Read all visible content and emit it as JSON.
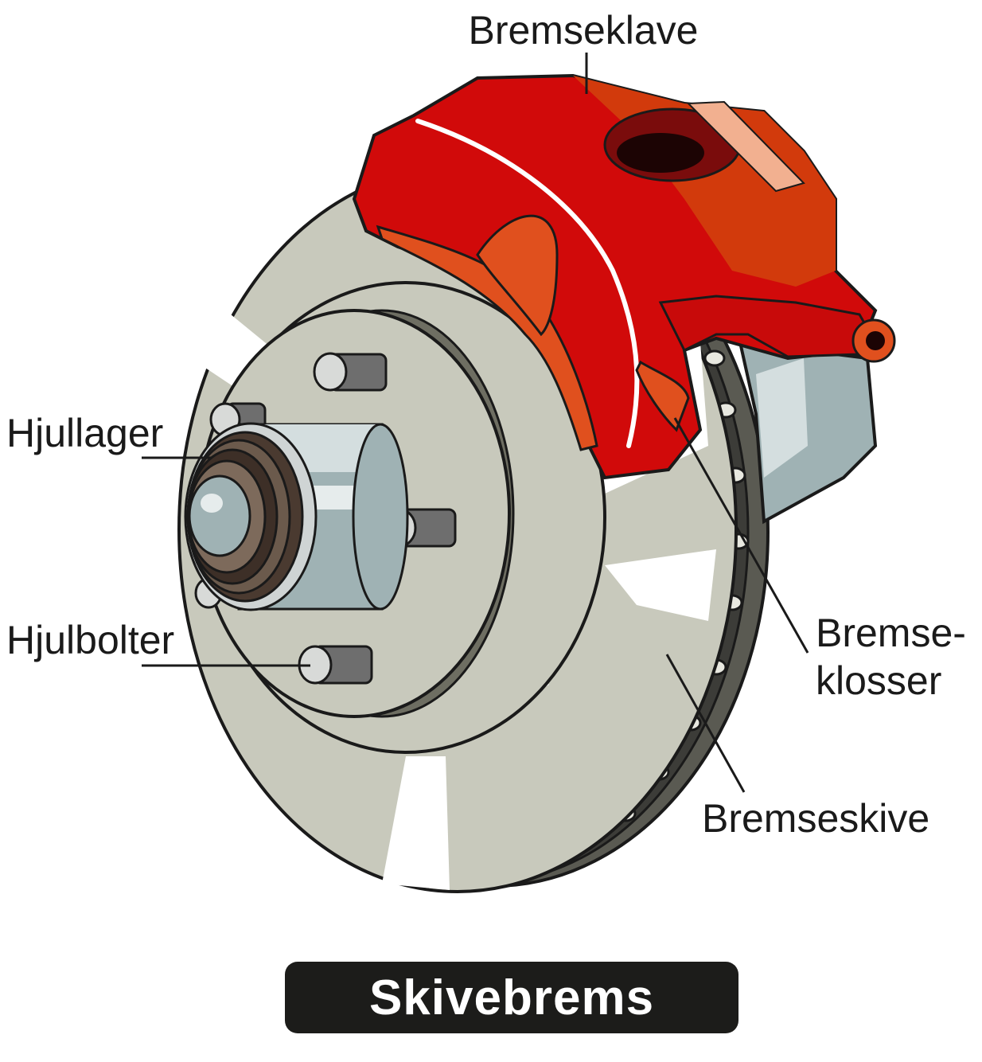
{
  "labels": {
    "caliper": "Bremseklave",
    "bearing": "Hjullager",
    "bolts": "Hjulbolter",
    "pads_line1": "Bremse-",
    "pads_line2": "klosser",
    "disc": "Bremseskive"
  },
  "title": "Skivebrems",
  "colors": {
    "caliper_red": "#d10a0a",
    "caliper_orange": "#e0501e",
    "disc_gray": "#c8c9bc",
    "hub_blue": "#9fb2b4",
    "title_bg": "#1c1c1a"
  }
}
